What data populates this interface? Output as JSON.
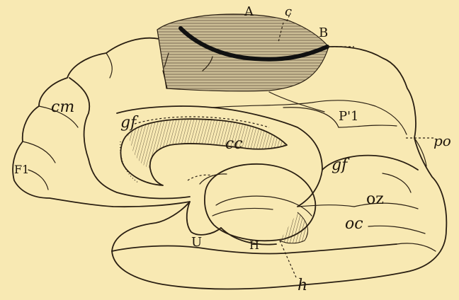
{
  "labels": {
    "A": "A",
    "B": "B",
    "c": "c",
    "cm": "cm",
    "gf_upper": "gf",
    "gf_lower": "gf",
    "cc": "cc",
    "P1": "P'1",
    "po": "po",
    "F1": "F1",
    "oz": "oz",
    "oc": "oc",
    "U": "U",
    "H": "H",
    "h": "h"
  }
}
